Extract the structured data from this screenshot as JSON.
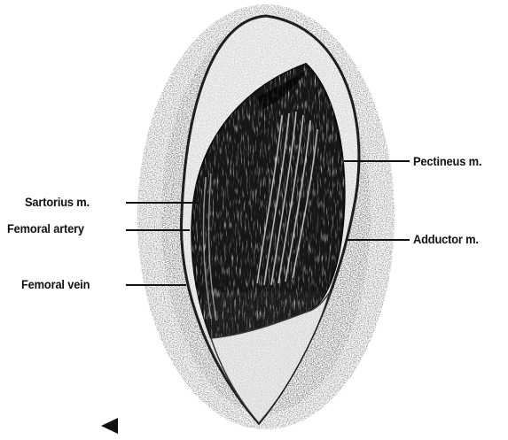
{
  "labels": {
    "sartorius": "Sartorius m.",
    "femoral_artery": "Femoral artery",
    "femoral_vein": "Femoral vein",
    "pectineus": "Pectineus m.",
    "adductor": "Adductor m."
  },
  "colors": {
    "background": "#ffffff",
    "stipple": "#4a4a4a",
    "muscle": "#161616",
    "ink": "#111111"
  },
  "icons": {
    "nav_marker": "left-triangle-icon"
  }
}
